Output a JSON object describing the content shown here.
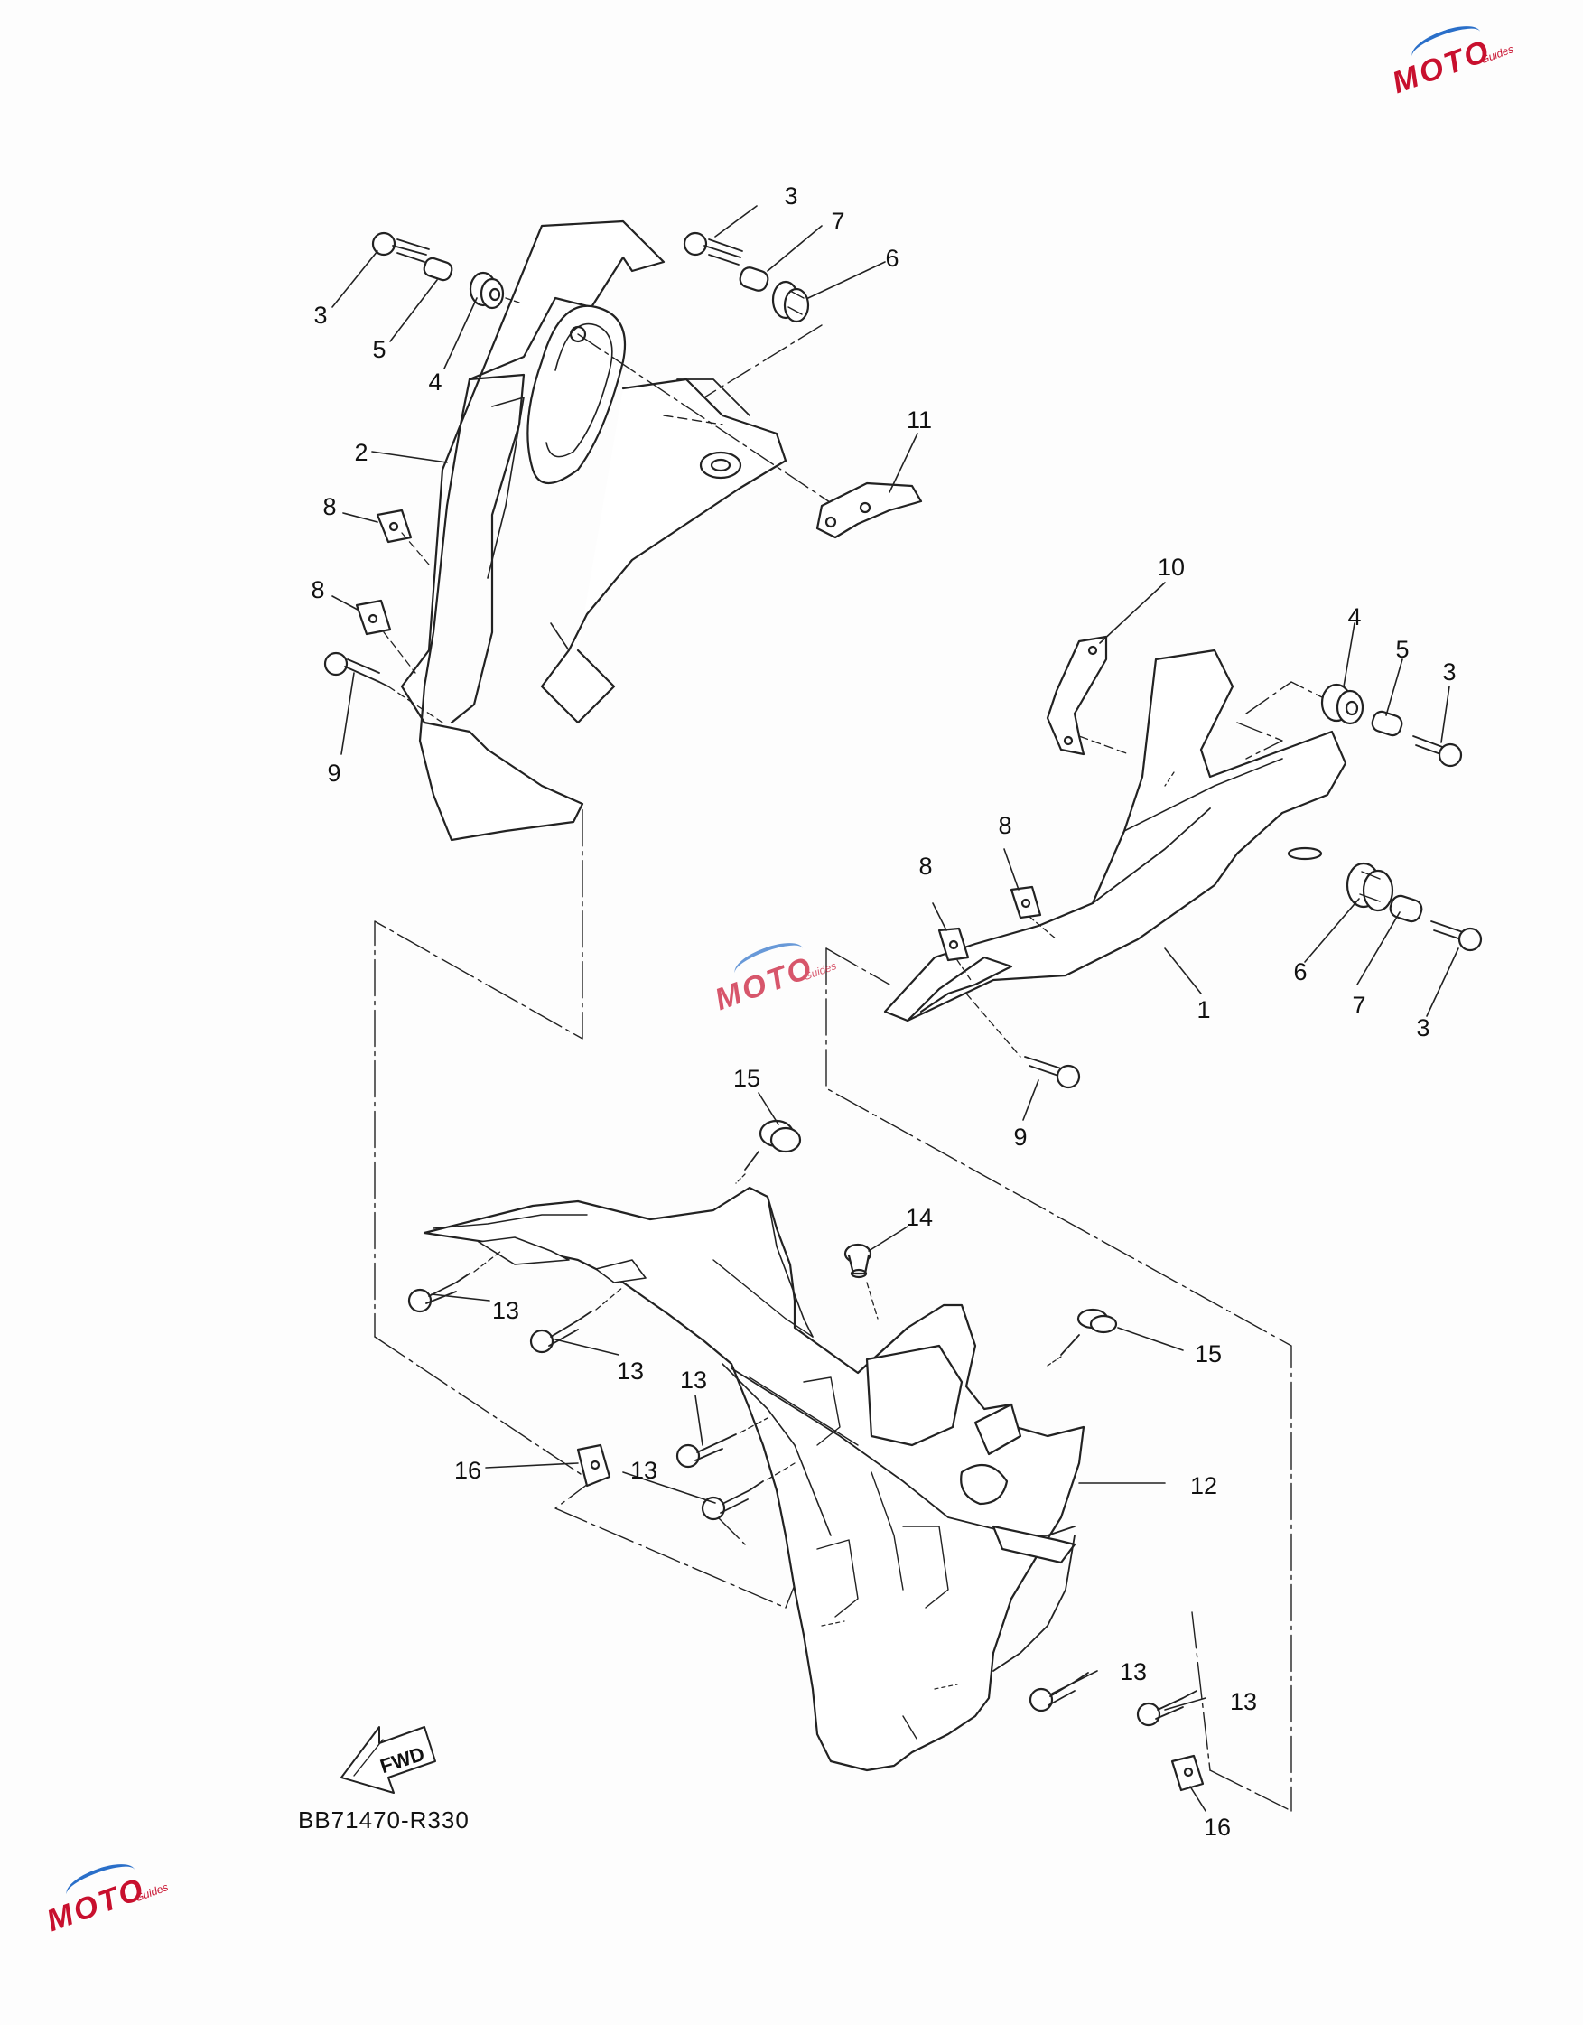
{
  "diagram": {
    "part_code": "BB71470-R330",
    "fwd_label": "FWD",
    "watermark_text": "MOTO",
    "watermark_sub": "Guides",
    "colors": {
      "line": "#222222",
      "watermark_red": "#c8102e",
      "watermark_blue": "#2a6fc9"
    },
    "callouts": [
      {
        "id": "c1",
        "label": "3"
      },
      {
        "id": "c2",
        "label": "5"
      },
      {
        "id": "c3",
        "label": "4"
      },
      {
        "id": "c4",
        "label": "2"
      },
      {
        "id": "c5",
        "label": "8"
      },
      {
        "id": "c6",
        "label": "8"
      },
      {
        "id": "c7",
        "label": "9"
      },
      {
        "id": "c8",
        "label": "3"
      },
      {
        "id": "c9",
        "label": "7"
      },
      {
        "id": "c10",
        "label": "6"
      },
      {
        "id": "c11",
        "label": "11"
      },
      {
        "id": "c12",
        "label": "10"
      },
      {
        "id": "c13",
        "label": "4"
      },
      {
        "id": "c14",
        "label": "5"
      },
      {
        "id": "c15",
        "label": "3"
      },
      {
        "id": "c16",
        "label": "8"
      },
      {
        "id": "c17",
        "label": "8"
      },
      {
        "id": "c18",
        "label": "6"
      },
      {
        "id": "c19",
        "label": "7"
      },
      {
        "id": "c20",
        "label": "3"
      },
      {
        "id": "c21",
        "label": "1"
      },
      {
        "id": "c22",
        "label": "9"
      },
      {
        "id": "c23",
        "label": "15"
      },
      {
        "id": "c24",
        "label": "14"
      },
      {
        "id": "c25",
        "label": "13"
      },
      {
        "id": "c26",
        "label": "13"
      },
      {
        "id": "c27",
        "label": "13"
      },
      {
        "id": "c28",
        "label": "15"
      },
      {
        "id": "c29",
        "label": "16"
      },
      {
        "id": "c30",
        "label": "13"
      },
      {
        "id": "c31",
        "label": "12"
      },
      {
        "id": "c32",
        "label": "13"
      },
      {
        "id": "c33",
        "label": "13"
      },
      {
        "id": "c34",
        "label": "16"
      }
    ]
  }
}
